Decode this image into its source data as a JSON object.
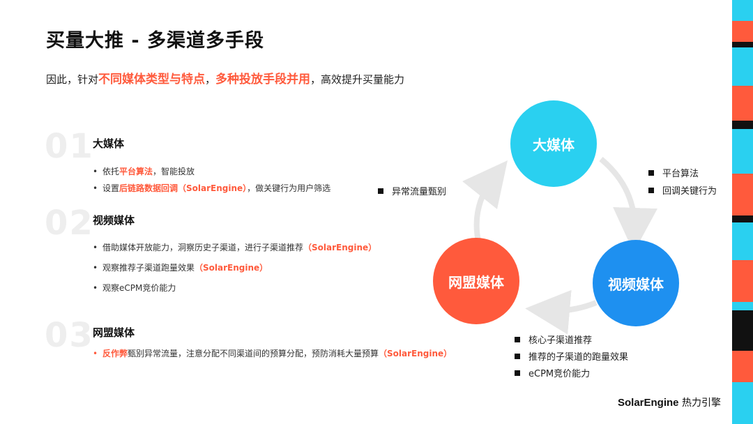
{
  "title": "买量大推 - 多渠道多手段",
  "subtitle": {
    "pre": "因此，针对",
    "hl1": "不同媒体类型与特点",
    "mid": "，",
    "hl2": "多种投放手段并用",
    "post": "，高效提升买量能力"
  },
  "sections": [
    {
      "num": "01",
      "title": "大媒体",
      "bullets": [
        {
          "dot": "•",
          "pre": "依托",
          "hl": "平台算法",
          "post": "，智能投放"
        },
        {
          "dot": "•",
          "pre": "设置",
          "hl": "后链路数据回调（SolarEngine）",
          "post": "，做关键行为用户筛选"
        }
      ]
    },
    {
      "num": "02",
      "title": "视频媒体",
      "bullets": [
        {
          "dot": "•",
          "pre": "借助媒体开放能力，洞察历史子渠道，进行子渠道推荐",
          "hl": "（SolarEngine）",
          "post": ""
        },
        {
          "dot": "•",
          "pre": "观察推荐子渠道跑量效果",
          "hl": "（SolarEngine）",
          "post": ""
        },
        {
          "dot": "•",
          "pre": "观察eCPM竞价能力",
          "hl": "",
          "post": ""
        }
      ]
    },
    {
      "num": "03",
      "title": "网盟媒体",
      "bullets": [
        {
          "dot": "•",
          "pre": "",
          "hl": "反作弊",
          "post": "甄别异常流量，注意分配不同渠道间的预算分配，预防消耗大量预算",
          "hl2": "（SolarEngine）"
        }
      ]
    }
  ],
  "diagram": {
    "big": {
      "label": "大媒体",
      "color": "#2ad0f0"
    },
    "video": {
      "label": "视频媒体",
      "color": "#1e90f0"
    },
    "union": {
      "label": "网盟媒体",
      "color": "#ff5a3c"
    },
    "left_notes": [
      "异常流量甄别"
    ],
    "right_notes": [
      "平台算法",
      "回调关键行为"
    ],
    "bottom_notes": [
      "核心子渠道推荐",
      "推荐的子渠道的跑量效果",
      "eCPM竞价能力"
    ]
  },
  "logo": {
    "brand": "SolarEngine",
    "cn": "热力引擎"
  },
  "stripe_colors": [
    "#2ad0f0",
    "#ff5a3c",
    "#111111",
    "#2ad0f0",
    "#ff5a3c",
    "#111111",
    "#2ad0f0",
    "#ff5a3c",
    "#111111",
    "#2ad0f0",
    "#ff5a3c",
    "#2ad0f0",
    "#111111",
    "#ff5a3c",
    "#2ad0f0"
  ]
}
